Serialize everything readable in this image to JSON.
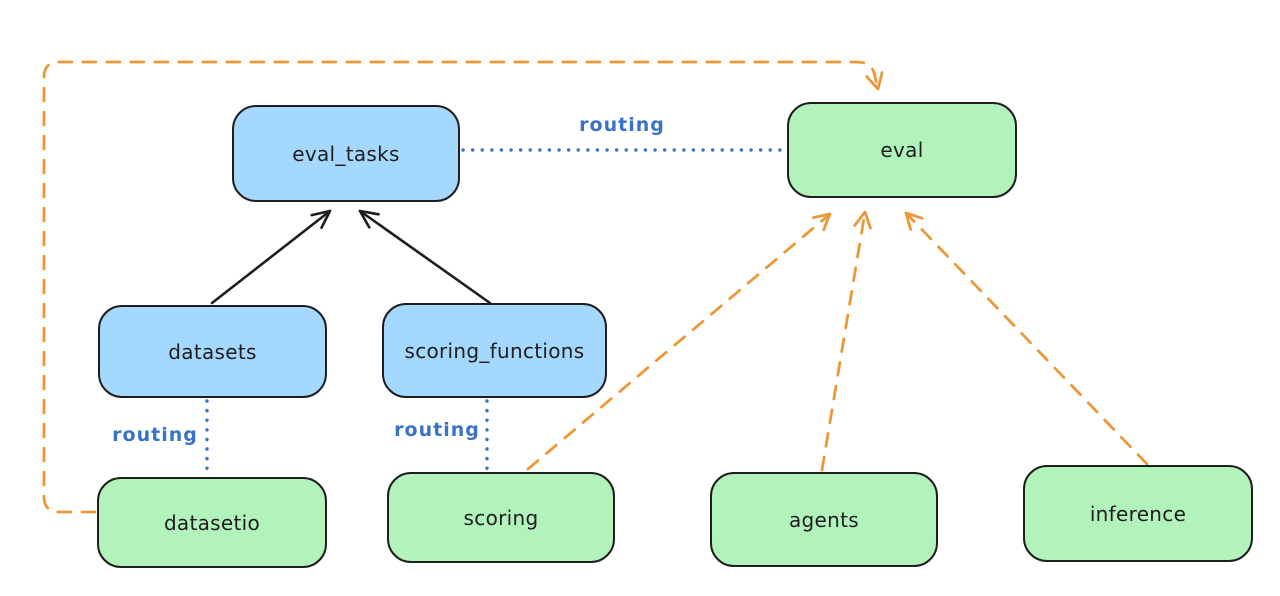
{
  "diagram": {
    "background": "#ffffff",
    "nodes": [
      {
        "id": "eval_tasks",
        "label": "eval_tasks",
        "kind": "resource",
        "color": "#a5d8ff"
      },
      {
        "id": "eval",
        "label": "eval",
        "kind": "api",
        "color": "#b2f2bb"
      },
      {
        "id": "datasets",
        "label": "datasets",
        "kind": "resource",
        "color": "#a5d8ff"
      },
      {
        "id": "scoring_functions",
        "label": "scoring_functions",
        "kind": "resource",
        "color": "#a5d8ff"
      },
      {
        "id": "datasetio",
        "label": "datasetio",
        "kind": "api",
        "color": "#b2f2bb"
      },
      {
        "id": "scoring",
        "label": "scoring",
        "kind": "api",
        "color": "#b2f2bb"
      },
      {
        "id": "agents",
        "label": "agents",
        "kind": "api",
        "color": "#b2f2bb"
      },
      {
        "id": "inference",
        "label": "inference",
        "kind": "api",
        "color": "#b2f2bb"
      }
    ],
    "edges": {
      "black_solid_arrows": [
        {
          "from": "datasets",
          "to": "eval_tasks"
        },
        {
          "from": "scoring_functions",
          "to": "eval_tasks"
        }
      ],
      "routing": [
        {
          "from": "eval_tasks",
          "to": "eval",
          "label": "routing"
        },
        {
          "from": "datasets",
          "to": "datasetio",
          "label": "routing"
        },
        {
          "from": "scoring_functions",
          "to": "scoring",
          "label": "routing"
        }
      ],
      "orange_dashed_arrows": [
        {
          "from": "datasetio",
          "to": "eval"
        },
        {
          "from": "scoring",
          "to": "eval"
        },
        {
          "from": "agents",
          "to": "eval"
        },
        {
          "from": "inference",
          "to": "eval"
        }
      ]
    },
    "colors": {
      "node_blue": "#a5d8ff",
      "node_green": "#b2f2bb",
      "stroke": "#1e1e1e",
      "orange_dashed": "#eb9839",
      "routing_blue": "#3a72c8"
    }
  }
}
